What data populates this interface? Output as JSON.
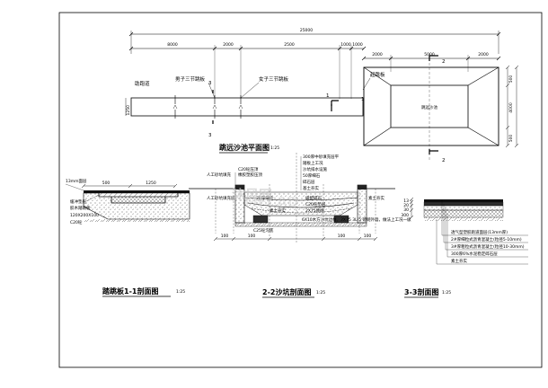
{
  "plan": {
    "title": "跳远沙池平面图",
    "scale": "1:25",
    "dim_total": "25000",
    "dim_segments": [
      "8000",
      "2000",
      "2500",
      "1000",
      "1000"
    ],
    "dim_pit": [
      "2000",
      "5000",
      "2000"
    ],
    "dim_side_total": "4000",
    "dim_side_parts": [
      "500",
      "500"
    ],
    "dim_runway_width": "1250",
    "label_runway": "助跑道",
    "label_men_board": "男子三节跳板",
    "label_women_board": "女子三节跳板",
    "label_takeoff": "起跳板",
    "label_sand": "跳远沙池",
    "section_marks": [
      "1",
      "1",
      "2",
      "2",
      "3",
      "3"
    ]
  },
  "sec1": {
    "title": "踏跳板1-1剖面图",
    "scale": "1:25",
    "dims": [
      "500",
      "1250"
    ],
    "labels": [
      "13mm面层",
      "缓冲垫层",
      "胶木踏跳板",
      "120X200X100",
      "C20砼"
    ]
  },
  "sec2": {
    "title": "2-2沙坑剖面图",
    "scale": "1:25",
    "labels": [
      "人工砂坑填充",
      "C20砼压顶",
      "橡胶塑胶压顶",
      "30厚细砂",
      "级配碎石",
      "C20砼垫层",
      "素土夯实",
      "2X75砖砌",
      "C25砼沟底",
      "人工砂坑填充层",
      "素土夯实"
    ],
    "notes": [
      "300厚中砂填充层平",
      "踏板上工况",
      "沙坑排水设施",
      "50厚细石",
      "碎石层",
      "基土夯实"
    ],
    "bottom_note": "6X10木方沙坑边框，2X75 3L-5 砖砌外墙，做法上工况一级",
    "dims": [
      "100",
      "100",
      "100",
      "100"
    ]
  },
  "sec3": {
    "title": "3-3剖面图",
    "scale": "1:25",
    "labels": [
      "透气型塑胶跑道面层(13mm厚)",
      "2#厚细粒式沥青混凝土(粒径5-10mm)",
      "3#厚粗粒式沥青混凝土(粒径10-30mm)",
      "300厚6%水泥稳定碎石层",
      "素土夯实"
    ],
    "dims": [
      "13",
      "20",
      "30",
      "300"
    ]
  },
  "watermark": "沐风网"
}
